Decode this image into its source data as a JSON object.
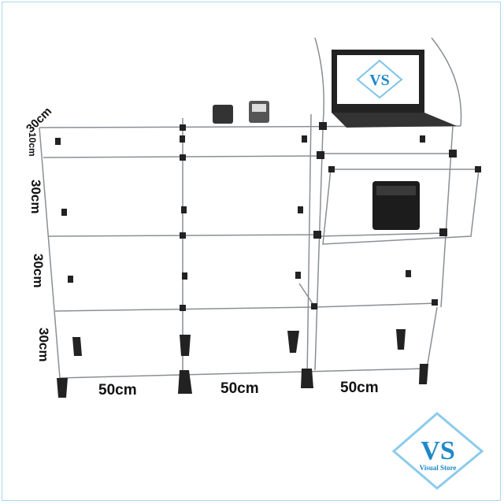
{
  "dimensions": {
    "top_depth": "30cm",
    "top_gap": "10cm",
    "row_heights": [
      "30cm",
      "30cm",
      "30cm"
    ],
    "column_widths": [
      "50cm",
      "50cm",
      "50cm"
    ]
  },
  "logo": {
    "initials": "VS",
    "name": "Visual Store"
  },
  "colors": {
    "brand": "#1e88c8",
    "frame": "#a9d7ee",
    "hardware": "#222222"
  }
}
